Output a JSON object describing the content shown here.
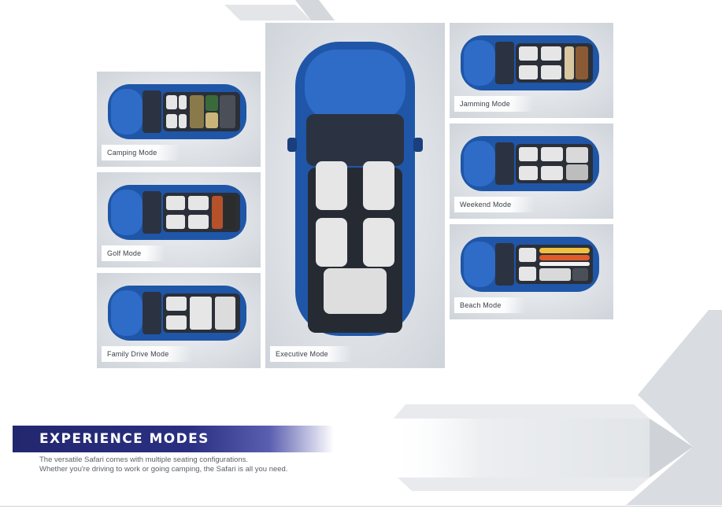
{
  "modes": {
    "camping": "Camping Mode",
    "golf": "Golf Mode",
    "family": "Family Drive Mode",
    "executive": "Executive Mode",
    "jamming": "Jamming Mode",
    "weekend": "Weekend Mode",
    "beach": "Beach Mode"
  },
  "banner": {
    "title": "EXPERIENCE MODES"
  },
  "description": {
    "line1": "The versatile Safari comes with multiple seating configurations.",
    "line2": "Whether you're driving to work or going camping, the Safari is all you need."
  },
  "colors": {
    "banner": "#2a2f82",
    "car_body": "#1f56a8",
    "seat": "#e6e6e6"
  }
}
